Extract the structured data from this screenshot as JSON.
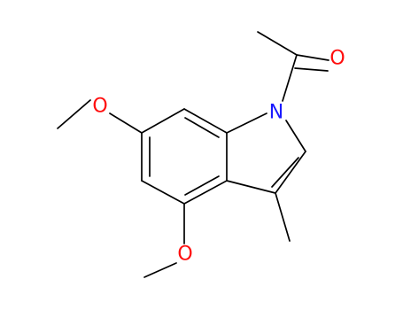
{
  "structure": {
    "atoms": {
      "n1": "N",
      "o_carbonyl": "O",
      "o_methoxy_6": "O",
      "o_methoxy_4": "O"
    }
  },
  "colors": {
    "nitrogen": "#1a1aff",
    "oxygen": "#ff0d0d",
    "bond": "#000000",
    "background": "#ffffff"
  }
}
